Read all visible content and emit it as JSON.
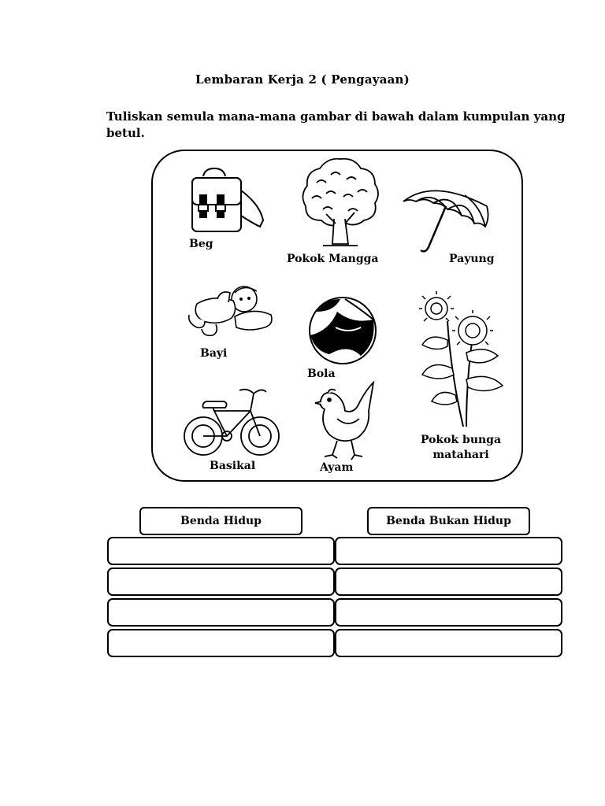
{
  "worksheet": {
    "title": "Lembaran Kerja 2 ( Pengayaan)",
    "instruction": "Tuliskan semula mana-mana gambar di bawah dalam kumpulan yang  betul."
  },
  "pictures": [
    {
      "label": "Beg",
      "icon": "school-bag-icon"
    },
    {
      "label": "Pokok Mangga",
      "icon": "tree-icon"
    },
    {
      "label": "Payung",
      "icon": "umbrella-icon"
    },
    {
      "label": "Bayi",
      "icon": "baby-icon"
    },
    {
      "label": "Bola",
      "icon": "ball-icon"
    },
    {
      "label": "Pokok bunga matahari",
      "icon": "sunflower-icon"
    },
    {
      "label": "Basikal",
      "icon": "bicycle-icon"
    },
    {
      "label": "Ayam",
      "icon": "chicken-icon"
    }
  ],
  "table": {
    "headers": [
      "Benda Hidup",
      "Benda Bukan Hidup"
    ],
    "rows": [
      [
        "",
        ""
      ],
      [
        "",
        ""
      ],
      [
        "",
        ""
      ],
      [
        "",
        ""
      ]
    ]
  }
}
